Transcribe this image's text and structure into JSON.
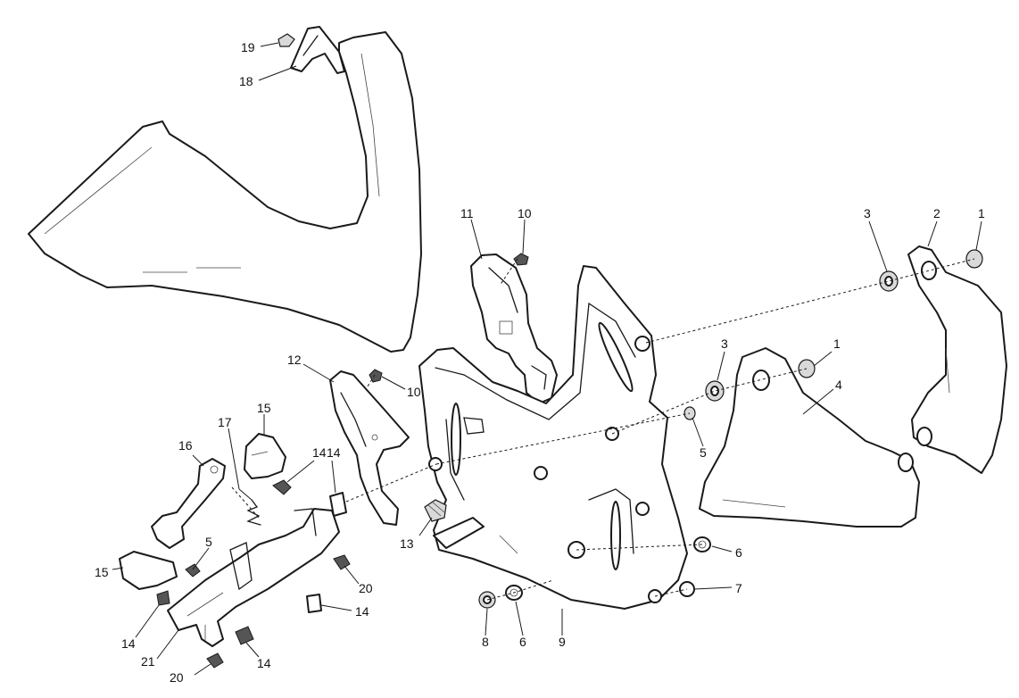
{
  "diagram": {
    "type": "exploded-parts-diagram",
    "callouts": [
      {
        "id": "c19",
        "text": "19"
      },
      {
        "id": "c18",
        "text": "18"
      },
      {
        "id": "c11",
        "text": "11"
      },
      {
        "id": "c10a",
        "text": "10"
      },
      {
        "id": "c3a",
        "text": "3"
      },
      {
        "id": "c2",
        "text": "2"
      },
      {
        "id": "c1a",
        "text": "1"
      },
      {
        "id": "c3b",
        "text": "3"
      },
      {
        "id": "c1b",
        "text": "1"
      },
      {
        "id": "c4",
        "text": "4"
      },
      {
        "id": "c12",
        "text": "12"
      },
      {
        "id": "c10b",
        "text": "10"
      },
      {
        "id": "c5a",
        "text": "5"
      },
      {
        "id": "c17",
        "text": "17"
      },
      {
        "id": "c15a",
        "text": "15"
      },
      {
        "id": "c16",
        "text": "16"
      },
      {
        "id": "c14a",
        "text": "14"
      },
      {
        "id": "c14b",
        "text": "14"
      },
      {
        "id": "c13",
        "text": "13"
      },
      {
        "id": "c6a",
        "text": "6"
      },
      {
        "id": "c7",
        "text": "7"
      },
      {
        "id": "c5b",
        "text": "5"
      },
      {
        "id": "c15b",
        "text": "15"
      },
      {
        "id": "c20a",
        "text": "20"
      },
      {
        "id": "c14c",
        "text": "14"
      },
      {
        "id": "c14d",
        "text": "14"
      },
      {
        "id": "c21",
        "text": "21"
      },
      {
        "id": "c20b",
        "text": "20"
      },
      {
        "id": "c14e",
        "text": "14"
      },
      {
        "id": "c8",
        "text": "8"
      },
      {
        "id": "c6b",
        "text": "6"
      },
      {
        "id": "c9",
        "text": "9"
      }
    ]
  },
  "colors": {
    "line": "#1a1a1a",
    "background": "#ffffff"
  }
}
